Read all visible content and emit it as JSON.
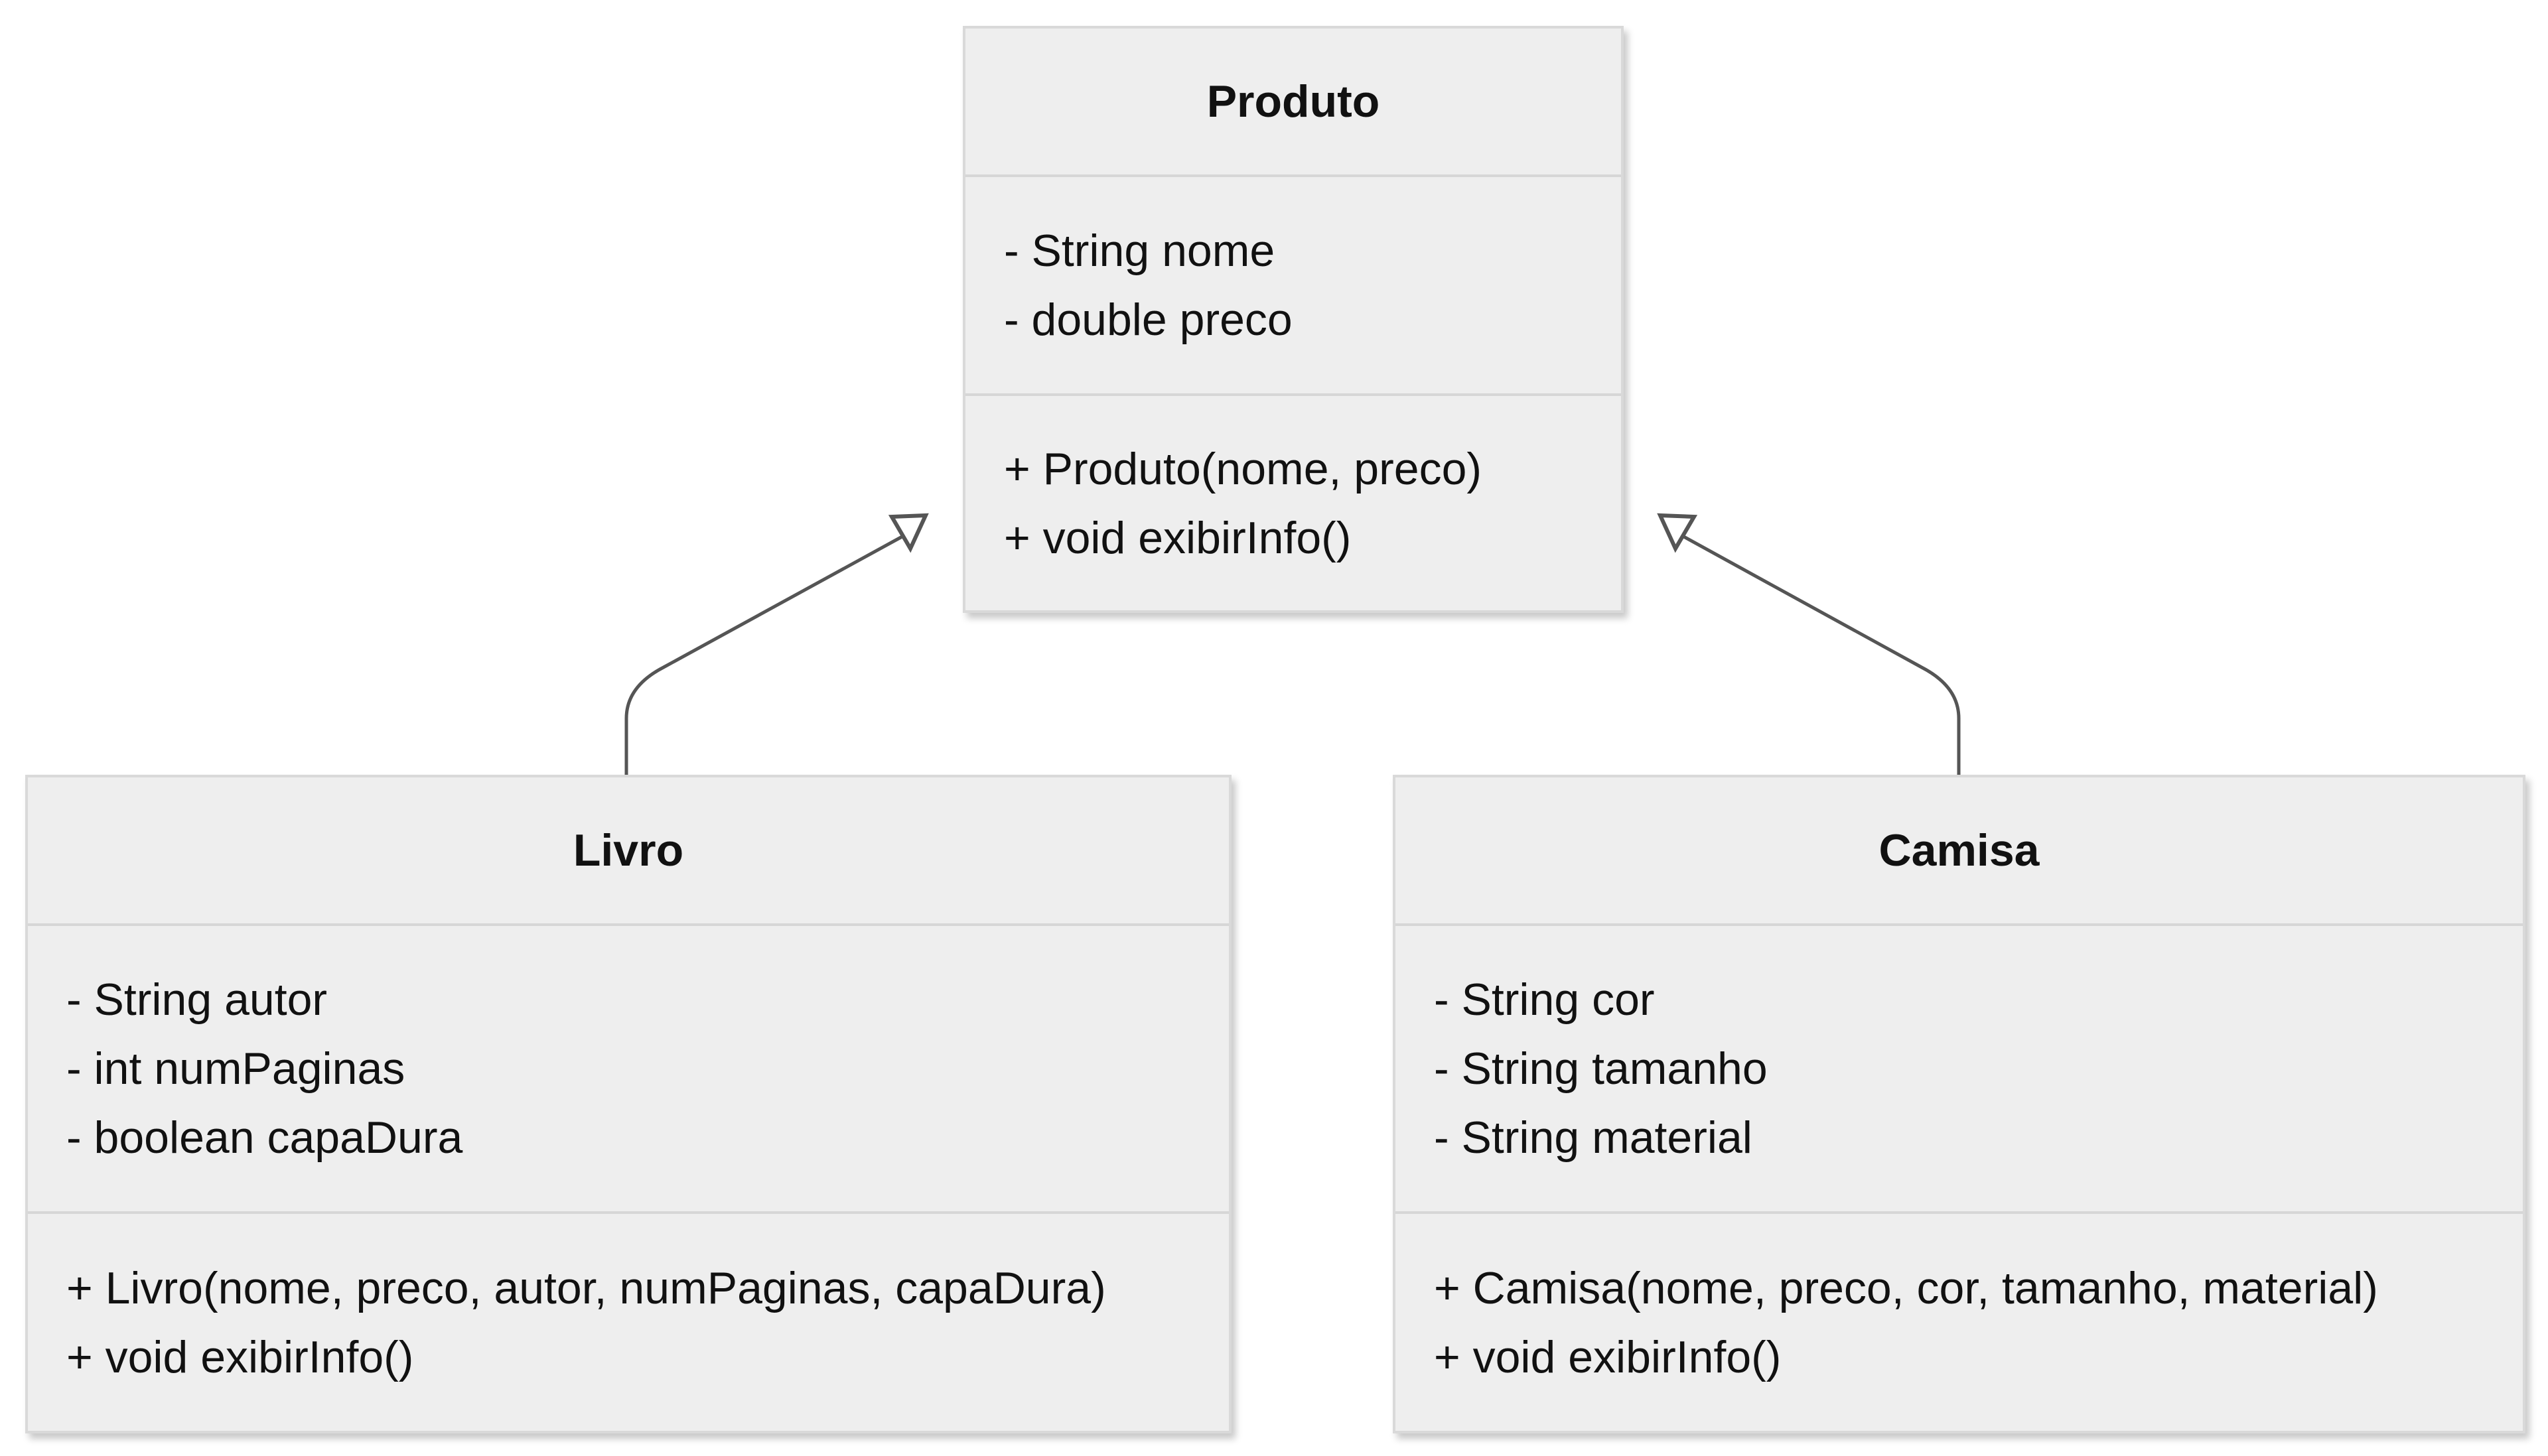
{
  "diagram": {
    "type": "uml-class-diagram",
    "classes": {
      "produto": {
        "name": "Produto",
        "attributes": [
          "- String nome",
          "- double preco"
        ],
        "methods": [
          "+ Produto(nome, preco)",
          "+ void exibirInfo()"
        ]
      },
      "livro": {
        "name": "Livro",
        "attributes": [
          "- String autor",
          "- int numPaginas",
          "- boolean capaDura"
        ],
        "methods": [
          "+ Livro(nome, preco, autor, numPaginas, capaDura)",
          "+ void exibirInfo()"
        ]
      },
      "camisa": {
        "name": "Camisa",
        "attributes": [
          "- String cor",
          "- String tamanho",
          "- String material"
        ],
        "methods": [
          "+ Camisa(nome, preco, cor, tamanho, material)",
          "+ void exibirInfo()"
        ]
      }
    },
    "relationships": [
      {
        "from": "Livro",
        "to": "Produto",
        "kind": "inheritance"
      },
      {
        "from": "Camisa",
        "to": "Produto",
        "kind": "inheritance"
      }
    ],
    "colors": {
      "box_fill": "#eeeeee",
      "box_border": "#d9d9d9",
      "connector": "#555555",
      "text": "#111111"
    }
  }
}
